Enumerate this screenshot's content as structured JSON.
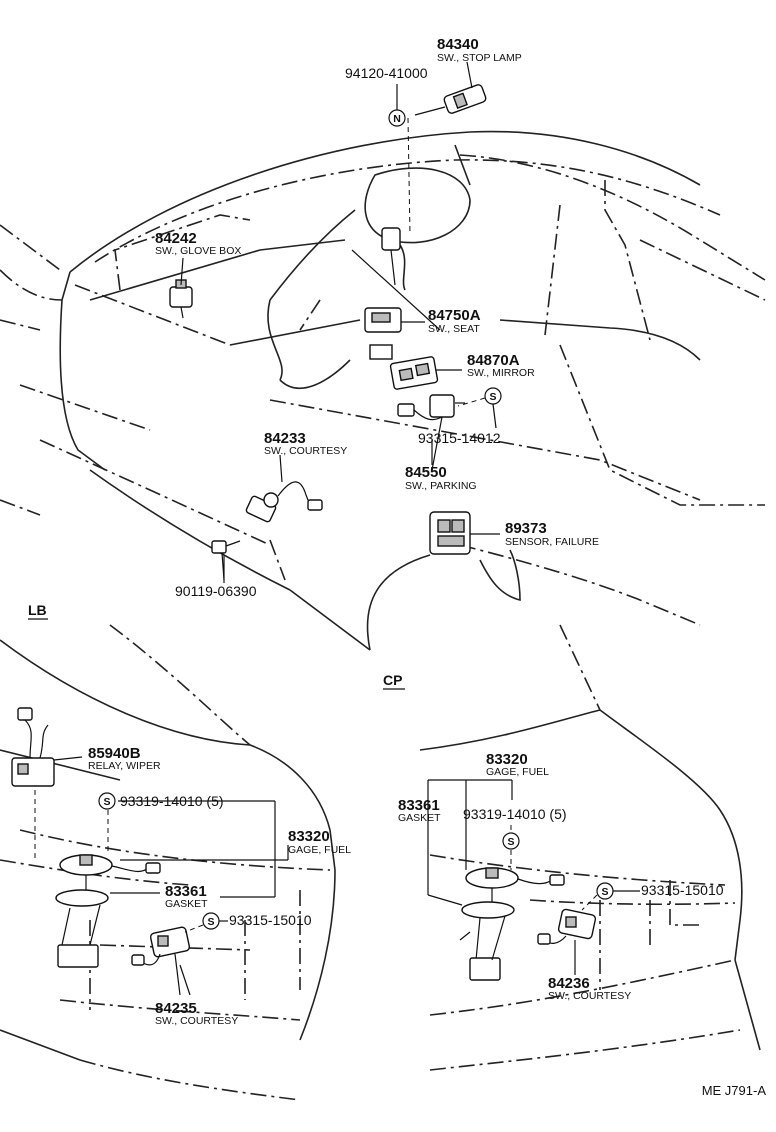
{
  "parts": [
    {
      "key": "p84340",
      "number": "84340",
      "name": "SW., STOP LAMP"
    },
    {
      "key": "p9412041000",
      "number": "94120-41000",
      "name": ""
    },
    {
      "key": "p84242",
      "number": "84242",
      "name": "SW., GLOVE BOX"
    },
    {
      "key": "p84750A",
      "number": "84750A",
      "name": "SW., SEAT"
    },
    {
      "key": "p84870A",
      "number": "84870A",
      "name": "SW., MIRROR"
    },
    {
      "key": "p9331514012",
      "number": "93315-14012",
      "name": ""
    },
    {
      "key": "p84233",
      "number": "84233",
      "name": "SW., COURTESY"
    },
    {
      "key": "p84550",
      "number": "84550",
      "name": "SW., PARKING"
    },
    {
      "key": "p89373",
      "number": "89373",
      "name": "SENSOR, FAILURE"
    },
    {
      "key": "p9011906390",
      "number": "90119-06390",
      "name": ""
    },
    {
      "key": "p85940B",
      "number": "85940B",
      "name": "RELAY, WIPER"
    },
    {
      "key": "lb9331914010",
      "number": "93319-14010 (5)",
      "name": ""
    },
    {
      "key": "lb83320",
      "number": "83320",
      "name": "GAGE, FUEL"
    },
    {
      "key": "lb83361",
      "number": "83361",
      "name": "GASKET"
    },
    {
      "key": "lb9331515010",
      "number": "93315-15010",
      "name": ""
    },
    {
      "key": "lb84235",
      "number": "84235",
      "name": "SW., COURTESY"
    },
    {
      "key": "cp83320",
      "number": "83320",
      "name": "GAGE, FUEL"
    },
    {
      "key": "cp83361",
      "number": "83361",
      "name": "GASKET"
    },
    {
      "key": "cp9331914010",
      "number": "93319-14010 (5)",
      "name": ""
    },
    {
      "key": "cp9331515010",
      "number": "93315-15010",
      "name": ""
    },
    {
      "key": "cp84236",
      "number": "84236",
      "name": "SW., COURTESY"
    }
  ],
  "sections": {
    "lb": "LB",
    "cp": "CP"
  },
  "symbols": {
    "n": "N",
    "s": "S"
  },
  "footer": {
    "ref": "ME J791-A"
  }
}
